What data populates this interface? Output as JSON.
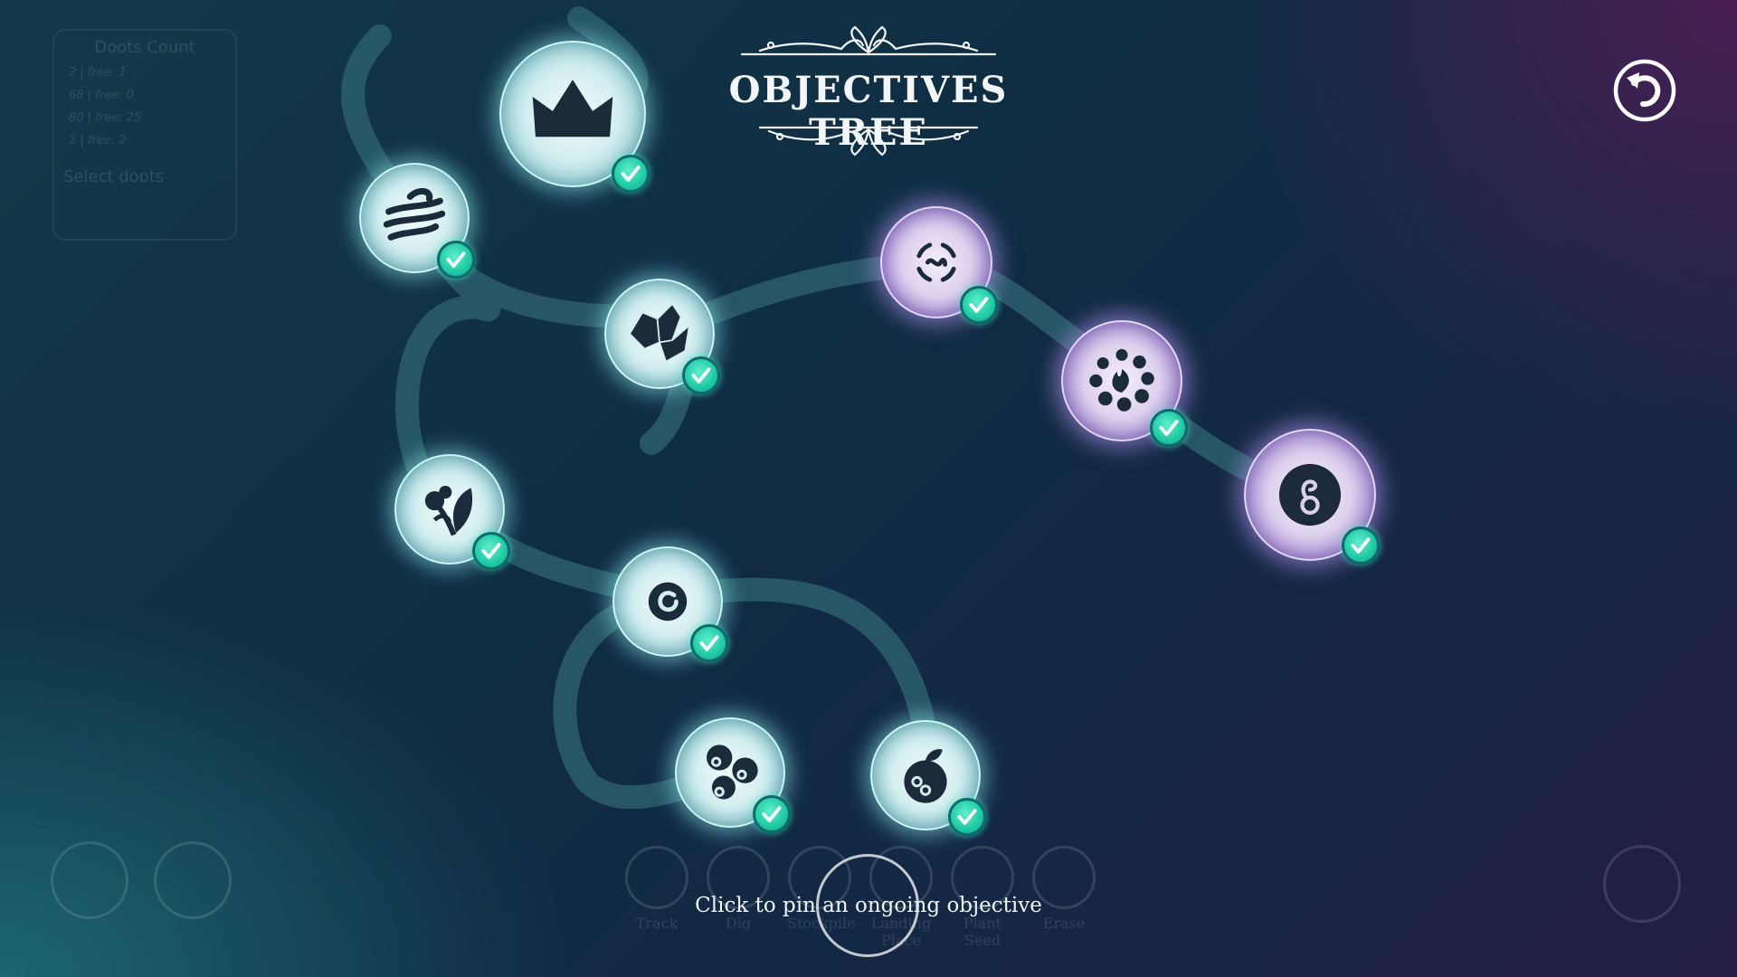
{
  "title": "OBJECTIVES TREE",
  "hint": "Click to pin an ongoing objective",
  "background_hud": {
    "doots_panel": {
      "title": "Doots Count",
      "rows": [
        "2 | free: 1",
        "68 | free: 0",
        "80 | free: 25",
        "2 | free: 2"
      ],
      "select_label": "Select doots"
    },
    "tools": [
      "Track",
      "Dig",
      "Stockpile",
      "Landing Place",
      "Plant Seed",
      "Erase"
    ]
  },
  "colors": {
    "teal_node": "#d3eef0",
    "violet_node": "#a48cd1",
    "check": "#1fc9a4",
    "path": "#2c5e6b"
  },
  "nodes": [
    {
      "id": "crown",
      "icon": "crown-icon",
      "style": "teal",
      "completed": true
    },
    {
      "id": "wind",
      "icon": "wind-icon",
      "style": "teal",
      "completed": true
    },
    {
      "id": "crystal",
      "icon": "crystal-icon",
      "style": "teal",
      "completed": true
    },
    {
      "id": "sprout",
      "icon": "sprout-icon",
      "style": "teal",
      "completed": true
    },
    {
      "id": "hook",
      "icon": "hook-icon",
      "style": "teal",
      "completed": true
    },
    {
      "id": "spores",
      "icon": "spores-icon",
      "style": "teal",
      "completed": true
    },
    {
      "id": "fruit",
      "icon": "fruit-icon",
      "style": "teal",
      "completed": true
    },
    {
      "id": "swirl",
      "icon": "swirl-icon",
      "style": "violet",
      "completed": true
    },
    {
      "id": "flame-ring",
      "icon": "flame-ring-icon",
      "style": "violet",
      "completed": true
    },
    {
      "id": "seed",
      "icon": "seed-icon",
      "style": "violet",
      "completed": true
    }
  ]
}
